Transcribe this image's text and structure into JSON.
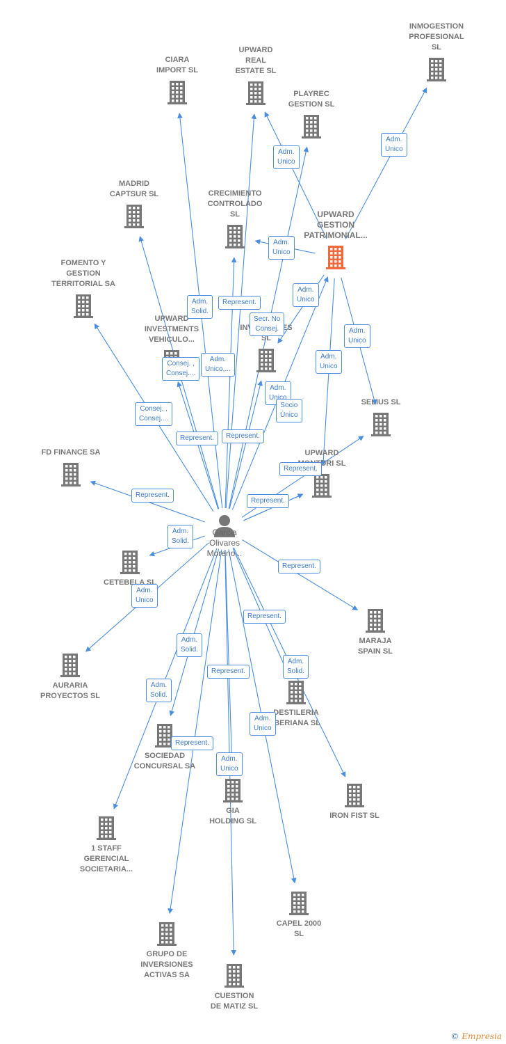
{
  "colors": {
    "edge": "#4a8ee0",
    "company_icon": "#777777",
    "focus_icon": "#f26a3c",
    "person_icon": "#777777"
  },
  "focus_company": {
    "id": "upward_gestion",
    "label": "UPWARD\nGESTION\nPATRIMONIAL..."
  },
  "person": {
    "id": "person",
    "label": "Garcia\nOlivares\nMoreno..."
  },
  "companies": [
    {
      "id": "inmogestion",
      "label": "INMOGESTION\nPROFESIONAL\nSL",
      "label_pos": "above"
    },
    {
      "id": "ciara",
      "label": "CIARA\nIMPORT SL",
      "label_pos": "above"
    },
    {
      "id": "upward_real",
      "label": "UPWARD\nREAL\nESTATE SL",
      "label_pos": "above"
    },
    {
      "id": "playrec",
      "label": "PLAYREC\nGESTION SL",
      "label_pos": "above"
    },
    {
      "id": "madrid_captsur",
      "label": "MADRID\nCAPTSUR SL",
      "label_pos": "above"
    },
    {
      "id": "crecimiento",
      "label": "CRECIMIENTO\nCONTROLADO\nSL",
      "label_pos": "above"
    },
    {
      "id": "fomento",
      "label": "FOMENTO Y\nGESTION\nTERRITORIAL SA",
      "label_pos": "above"
    },
    {
      "id": "upward_investments",
      "label": "UPWARD\nINVESTMENTS\nVEHICULO...",
      "label_pos": "above"
    },
    {
      "id": "inversiones",
      "label": "INVERSIONES\nSL",
      "label_pos": "above"
    },
    {
      "id": "selius",
      "label": "SELIUS SL",
      "label_pos": "above"
    },
    {
      "id": "fd_finance",
      "label": "FD FINANCE SA",
      "label_pos": "above"
    },
    {
      "id": "upward_montori",
      "label": "UPWARD\nMONTORI SL",
      "label_pos": "above"
    },
    {
      "id": "cetebela",
      "label": "CETEBELA SL",
      "label_pos": "below"
    },
    {
      "id": "maraja",
      "label": "MARAJA\nSPAIN SL",
      "label_pos": "below"
    },
    {
      "id": "auraria",
      "label": "AURARIA\nPROYECTOS SL",
      "label_pos": "below"
    },
    {
      "id": "destileria",
      "label": "DESTILERIA\nIBERIANA SL",
      "label_pos": "below"
    },
    {
      "id": "sociedad",
      "label": "SOCIEDAD\nCONCURSAL SA",
      "label_pos": "below"
    },
    {
      "id": "gia",
      "label": "GIA\nHOLDING SL",
      "label_pos": "below"
    },
    {
      "id": "iron_fist",
      "label": "IRON FIST SL",
      "label_pos": "below"
    },
    {
      "id": "staff",
      "label": "1 STAFF\nGERENCIAL\nSOCIETARIA...",
      "label_pos": "below"
    },
    {
      "id": "capel",
      "label": "CAPEL 2000\nSL",
      "label_pos": "below"
    },
    {
      "id": "grupo",
      "label": "GRUPO DE\nINVERSIONES\nACTIVAS SA",
      "label_pos": "below"
    },
    {
      "id": "cuestion",
      "label": "CUESTION\nDE MATIZ SL",
      "label_pos": "below"
    }
  ],
  "edges": [
    {
      "from": "upward_gestion",
      "to": "inmogestion",
      "label": "Adm.\nUnico"
    },
    {
      "from": "upward_gestion",
      "to": "upward_real",
      "label": "Adm.\nUnico"
    },
    {
      "from": "upward_gestion",
      "to": "crecimiento",
      "label": "Adm.\nUnico"
    },
    {
      "from": "upward_gestion",
      "to": "inversiones",
      "label": "Adm.\nUnico"
    },
    {
      "from": "upward_gestion",
      "to": "selius",
      "label": "Adm.\nUnico"
    },
    {
      "from": "upward_gestion",
      "to": "upward_montori",
      "label": "Adm.\nUnico"
    },
    {
      "from": "person",
      "to": "ciara",
      "label": "Adm.\nSolid."
    },
    {
      "from": "person",
      "to": "upward_real",
      "label": "Represent."
    },
    {
      "from": "person",
      "to": "playrec",
      "label": "Secr. No\nConsej."
    },
    {
      "from": "person",
      "to": "madrid_captsur",
      "label": "Consej. ,\nConsej...."
    },
    {
      "from": "person",
      "to": "crecimiento",
      "label": "Adm.\nUnico,..."
    },
    {
      "from": "person",
      "to": "fomento",
      "label": "Consej. ,\nConsej...."
    },
    {
      "from": "person",
      "to": "upward_investments",
      "label": "Represent."
    },
    {
      "from": "person",
      "to": "inversiones",
      "label": "Represent."
    },
    {
      "from": "person",
      "to": "upward_gestion",
      "label": "Adm.\nUnico"
    },
    {
      "from": "person",
      "to": "upward_montori",
      "label": "Socio\nÚnico"
    },
    {
      "from": "person",
      "to": "selius",
      "label": "Represent."
    },
    {
      "from": "person",
      "to": "upward_montori",
      "label": "Represent."
    },
    {
      "from": "person",
      "to": "fd_finance",
      "label": "Represent."
    },
    {
      "from": "person",
      "to": "cetebela",
      "label": "Adm.\nSolid."
    },
    {
      "from": "person",
      "to": "maraja",
      "label": "Represent."
    },
    {
      "from": "person",
      "to": "auraria",
      "label": "Adm.\nUnico"
    },
    {
      "from": "person",
      "to": "destileria",
      "label": "Represent."
    },
    {
      "from": "person",
      "to": "sociedad",
      "label": "Adm.\nSolid."
    },
    {
      "from": "person",
      "to": "gia",
      "label": "Adm.\nSolid."
    },
    {
      "from": "person",
      "to": "iron_fist",
      "label": "Represent."
    },
    {
      "from": "person",
      "to": "staff",
      "label": "Adm.\nUnico"
    },
    {
      "from": "person",
      "to": "capel",
      "label": "Represent."
    },
    {
      "from": "person",
      "to": "grupo",
      "label": "Adm.\nSolid."
    },
    {
      "from": "person",
      "to": "cuestion",
      "label": "Adm.\nUnico"
    }
  ],
  "footer": {
    "copyright": "©",
    "brand": "Empresia"
  }
}
